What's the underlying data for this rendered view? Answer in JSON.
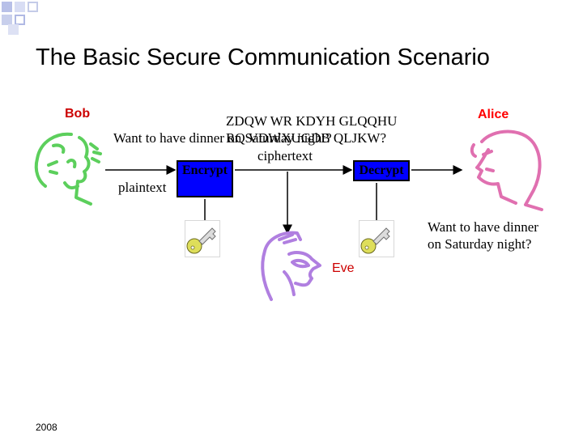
{
  "slide": {
    "title": "The Basic Secure Communication Scenario",
    "footer_year": "2008"
  },
  "diagram": {
    "bob_label": "Bob",
    "alice_label": "Alice",
    "eve_label": "Eve",
    "plaintext_label": "plaintext",
    "ciphertext_label": "ciphertext",
    "plaintext_message": "Want to have dinner on Saturday night?",
    "ciphertext_line1": "ZDQW WR KDYH GLQQHU",
    "ciphertext_line2": "RQ VDWXUGDB QLJKW?",
    "encrypt_label": "Encrypt",
    "decrypt_label": "Decrypt",
    "received_line1": "Want to have dinner",
    "received_line2": "on Saturday night?",
    "colors": {
      "bob": "#5ccf5c",
      "alice": "#e070b0",
      "eve": "#b07fe0",
      "box": "#0000ff",
      "key": "#dede5a",
      "alice_label": "#ff0000",
      "eve_label": "#cc0000",
      "bob_label": "#cc0000"
    }
  }
}
